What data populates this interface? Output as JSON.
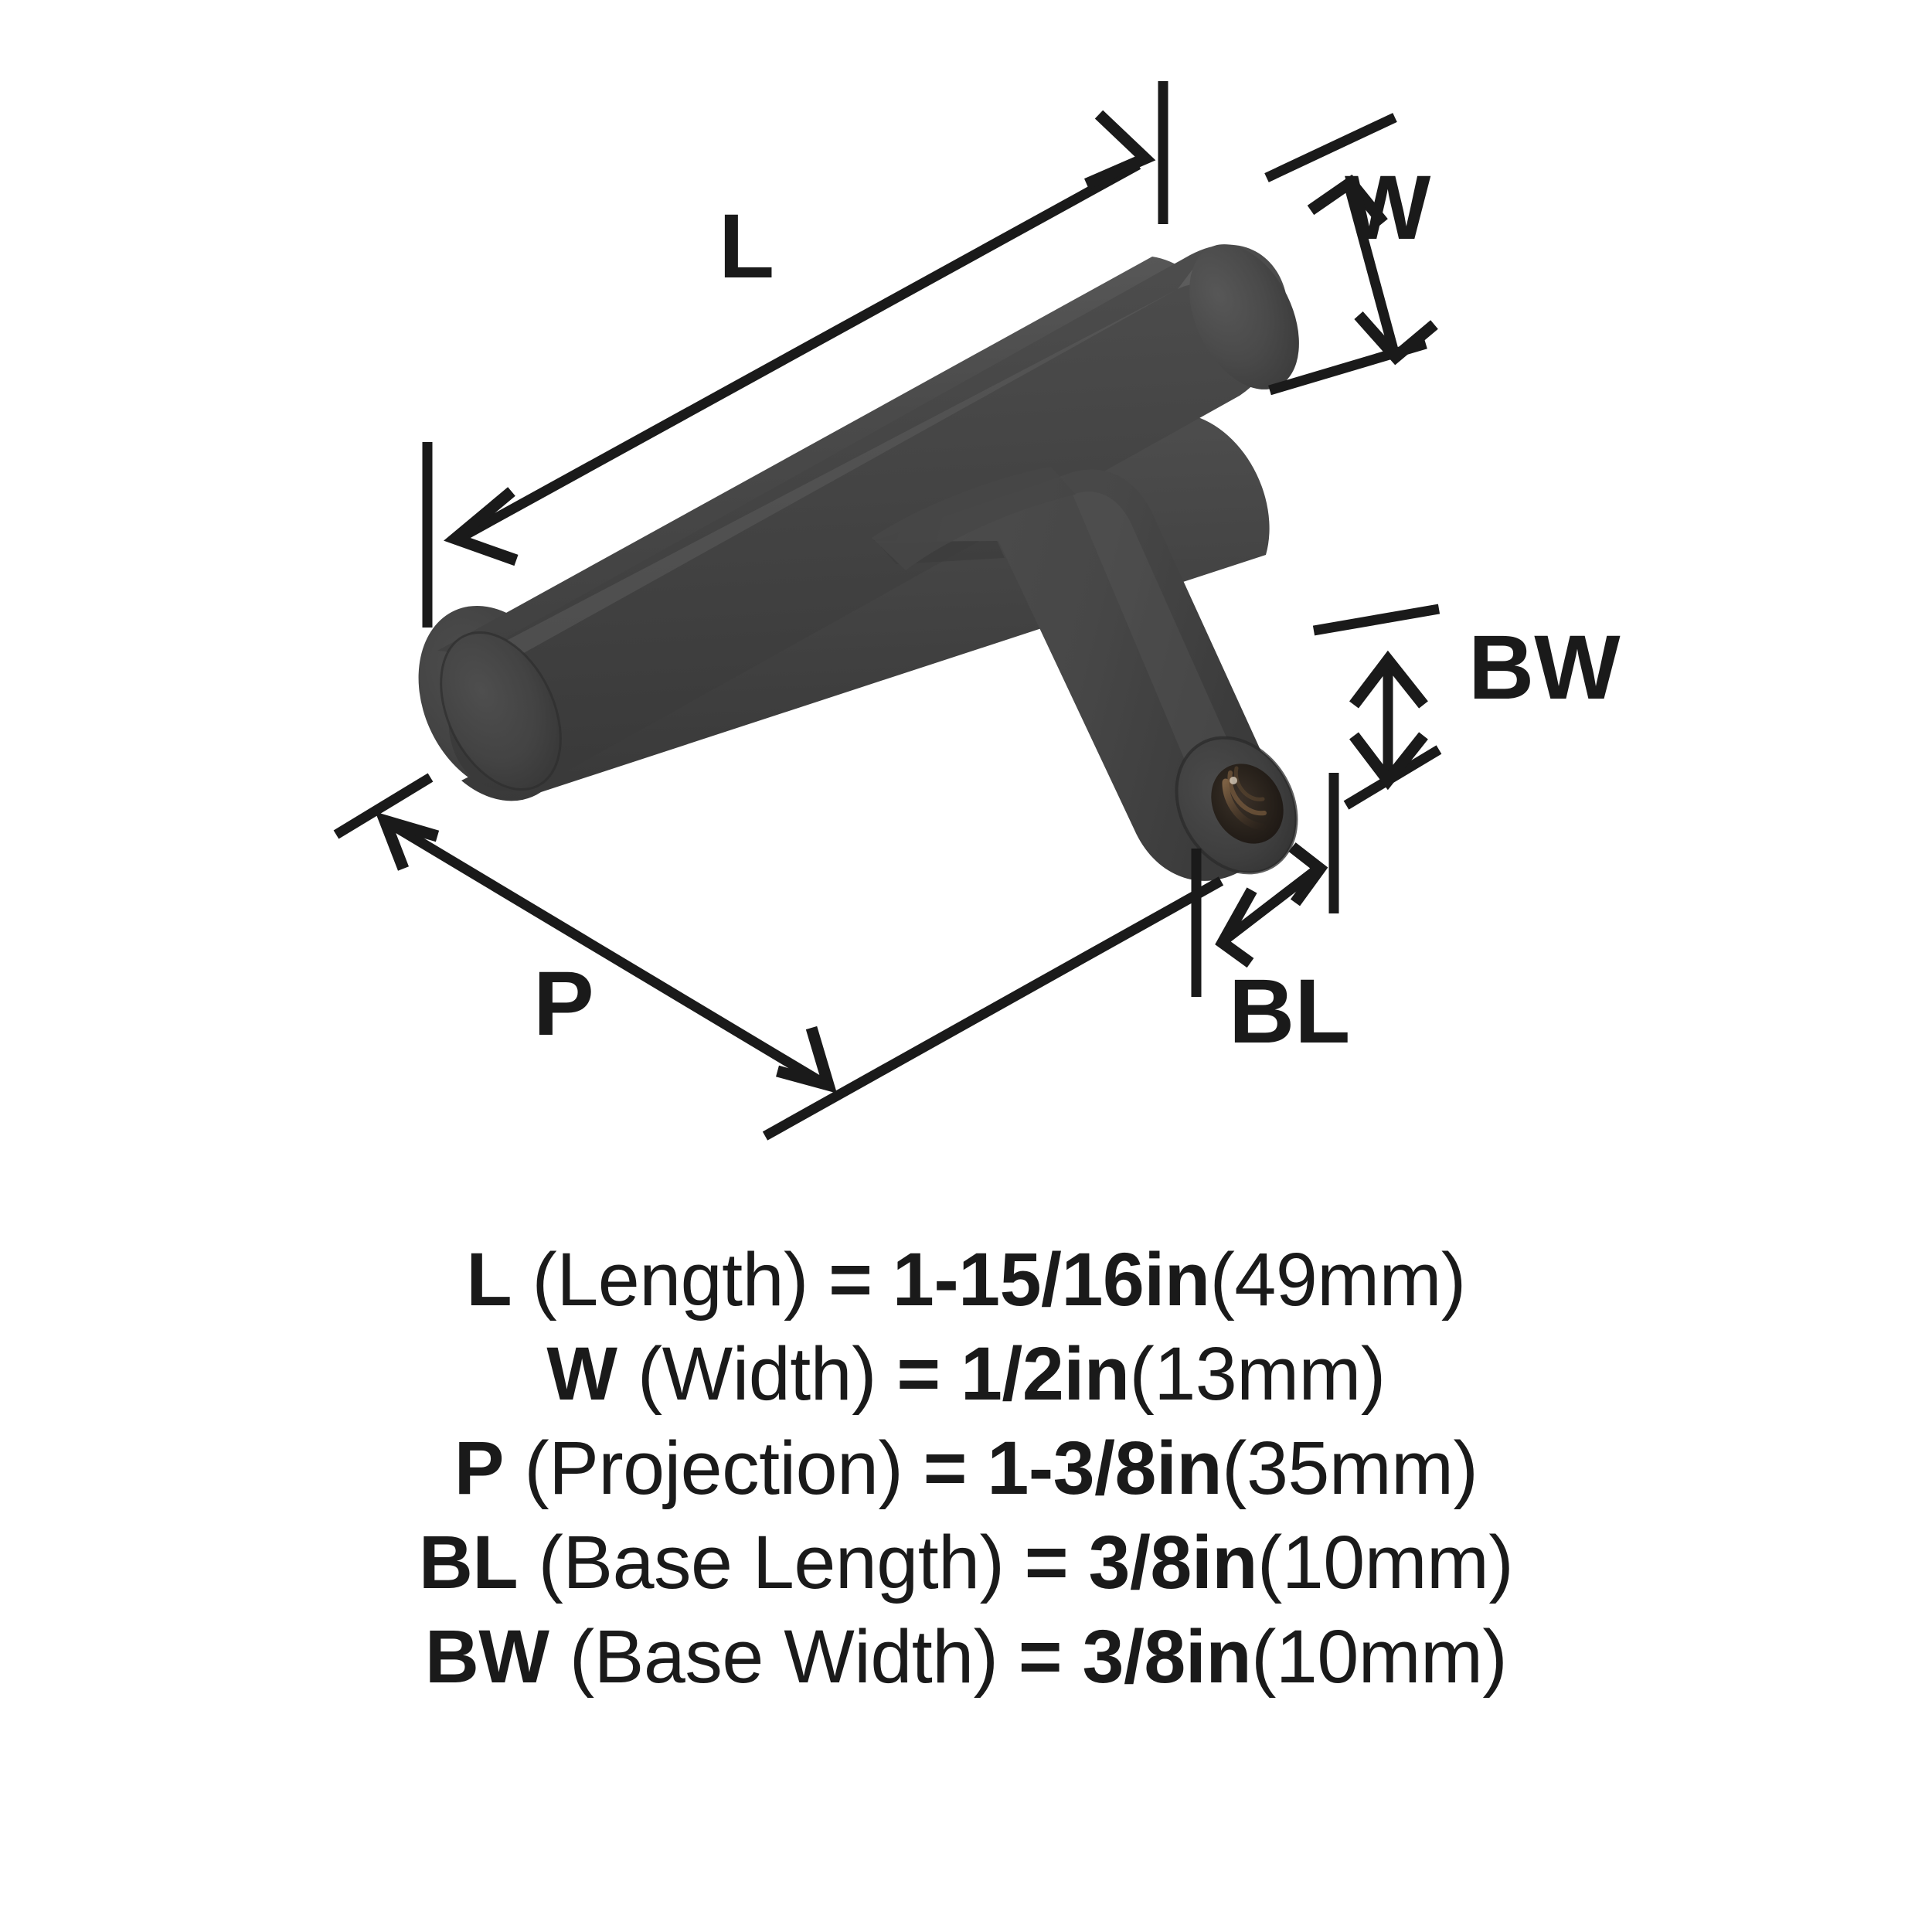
{
  "product": {
    "type": "cabinet-t-knob",
    "finish_color": "#454545",
    "line_color": "#1a1a1a",
    "background_color": "#ffffff"
  },
  "diagram": {
    "labels": {
      "length": "L",
      "width": "W",
      "base_width": "BW",
      "base_length": "BL",
      "projection": "P"
    }
  },
  "specifications": [
    {
      "abbr": "L",
      "name": "(Length)",
      "eq": "=",
      "value": "1-15/16in",
      "metric": "(49mm)"
    },
    {
      "abbr": "W",
      "name": "(Width)",
      "eq": "=",
      "value": "1/2in",
      "metric": "(13mm)"
    },
    {
      "abbr": "P",
      "name": "(Projection)",
      "eq": "=",
      "value": "1-3/8in",
      "metric": "(35mm)"
    },
    {
      "abbr": "BL",
      "name": "(Base Length)",
      "eq": "=",
      "value": "3/8in",
      "metric": "(10mm)"
    },
    {
      "abbr": "BW",
      "name": "(Base Width)",
      "eq": "=",
      "value": "3/8in",
      "metric": "(10mm)"
    }
  ]
}
